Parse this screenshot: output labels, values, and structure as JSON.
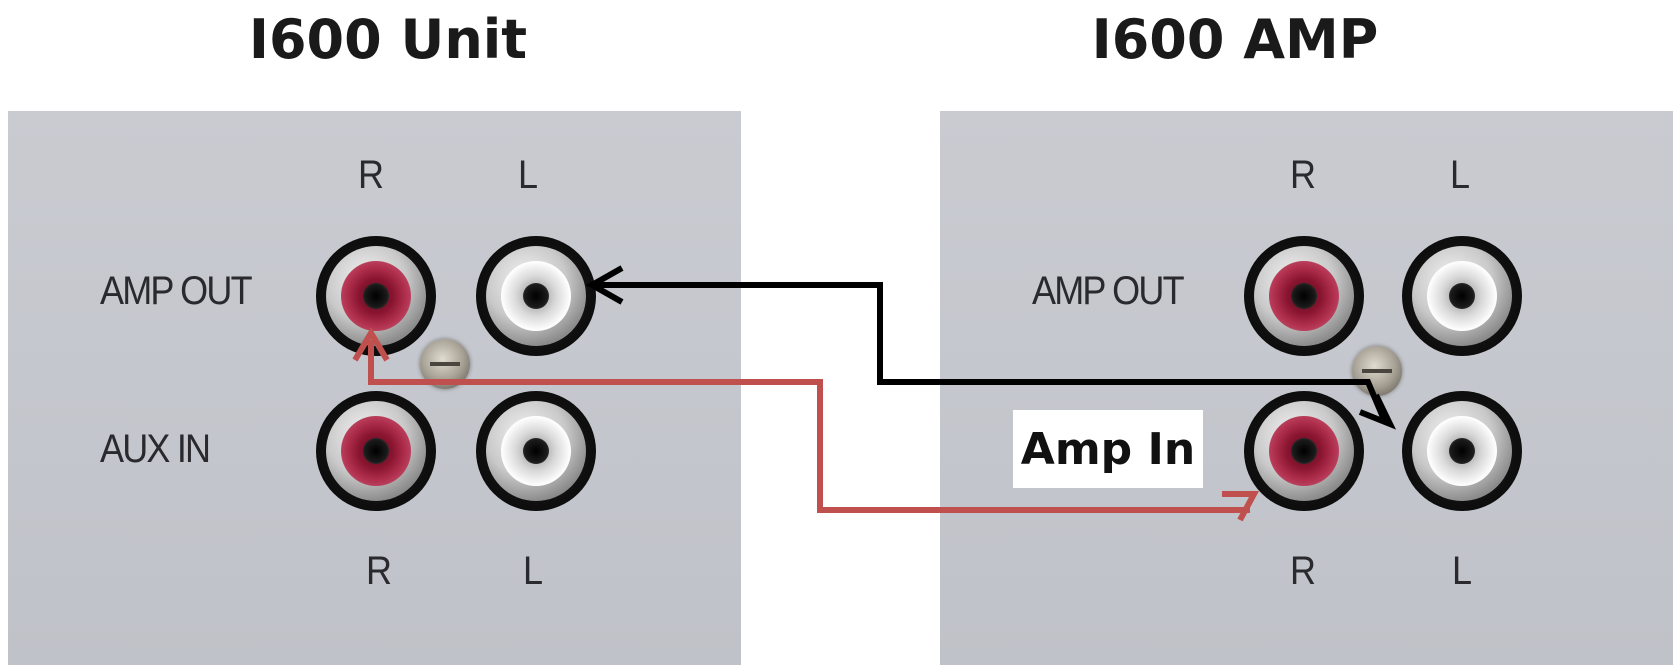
{
  "titles": {
    "left": "I600 Unit",
    "right": "I600 AMP"
  },
  "panels": {
    "left": {
      "col_top": [
        "R",
        "L"
      ],
      "col_bottom": [
        "R",
        "L"
      ],
      "rows": [
        "AMP OUT",
        "AUX IN"
      ]
    },
    "right": {
      "col_top": [
        "R",
        "L"
      ],
      "col_bottom": [
        "R",
        "L"
      ],
      "rows": [
        "AMP OUT"
      ],
      "callout": "Amp In"
    }
  },
  "colors": {
    "red_wire": "#c0504d",
    "black_wire": "#000000"
  }
}
